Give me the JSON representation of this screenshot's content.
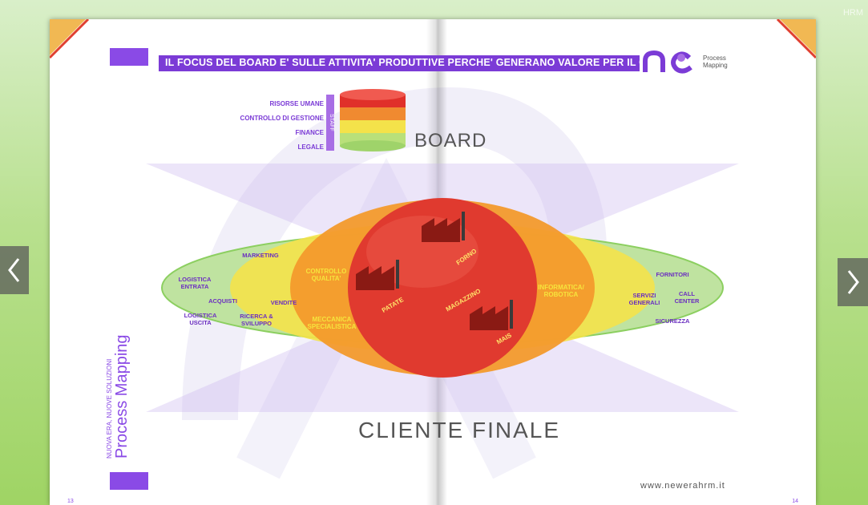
{
  "viewer": {
    "corner_text": "HRM"
  },
  "nav": {
    "prev_icon": "chevron-left-icon",
    "next_icon": "chevron-right-icon"
  },
  "page": {
    "header_banner": "IL FOCUS DEL BOARD E' SULLE ATTIVITA' PRODUTTIVE PERCHE' GENERANO VALORE PER IL CLIENTE FINALE",
    "logo": {
      "mark_left": "new",
      "mark_badge": "era",
      "text": "Process\nMapping"
    },
    "board": {
      "label": "BOARD",
      "staff_tag": "STAFF",
      "staff_items": [
        "RISORSE UMANE",
        "CONTROLLO DI GESTIONE",
        "FINANCE",
        "LEGALE"
      ]
    },
    "diagram": {
      "outer_left": [
        "LOGISTICA ENTRATA",
        "ACQUISTI",
        "LOGISTICA USCITA",
        "MARKETING",
        "VENDITE",
        "RICERCA & SVILUPPO"
      ],
      "middle_left": [
        "CONTROLLO QUALITA'",
        "MECCANICA SPECIALISTICA"
      ],
      "core": [
        "FORNO",
        "PATATE",
        "MAGAZZINO",
        "MAIS"
      ],
      "middle_right": [
        "INFORMATICA/ ROBOTICA"
      ],
      "outer_right": [
        "FORNITORI",
        "SERVIZI GENERALI",
        "CALL CENTER",
        "SICUREZZA"
      ]
    },
    "cliente_label": "CLIENTE FINALE",
    "side_title_small": "NUOVA ERA, NUOVE SOLUZIONI",
    "side_title_large": "Process Mapping",
    "url": "www.newerahrm.it",
    "page_left": "13",
    "page_right": "14",
    "colors": {
      "purple": "#7b3bd6",
      "red": "#e03a2f",
      "orange": "#f39a2c",
      "yellow": "#f4e24a",
      "green": "#9fd36a"
    }
  }
}
